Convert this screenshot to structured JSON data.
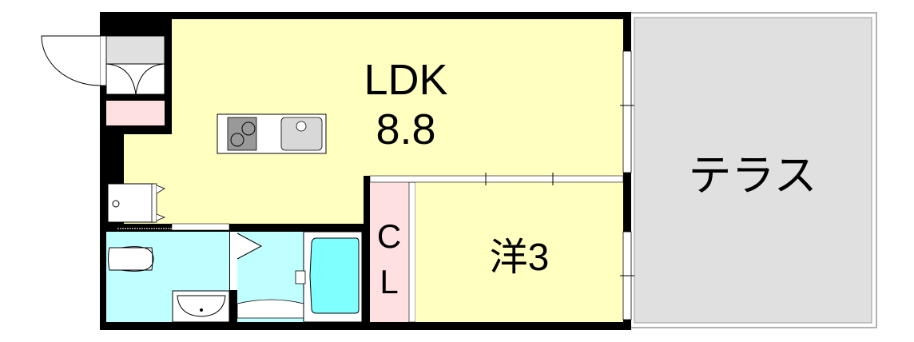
{
  "rooms": {
    "ldk": {
      "name": "LDK",
      "size": "8.8"
    },
    "closet": {
      "line1": "C",
      "line2": "L"
    },
    "western": {
      "name": "洋3"
    },
    "terrace": {
      "name": "テラス"
    }
  },
  "colors": {
    "ldk": "#ffffc0",
    "wet_area": "#c0ffff",
    "tub": "#80ffff",
    "closet": "#ffe0e0",
    "terrace": "#e0e0e0",
    "wall": "#000000"
  }
}
